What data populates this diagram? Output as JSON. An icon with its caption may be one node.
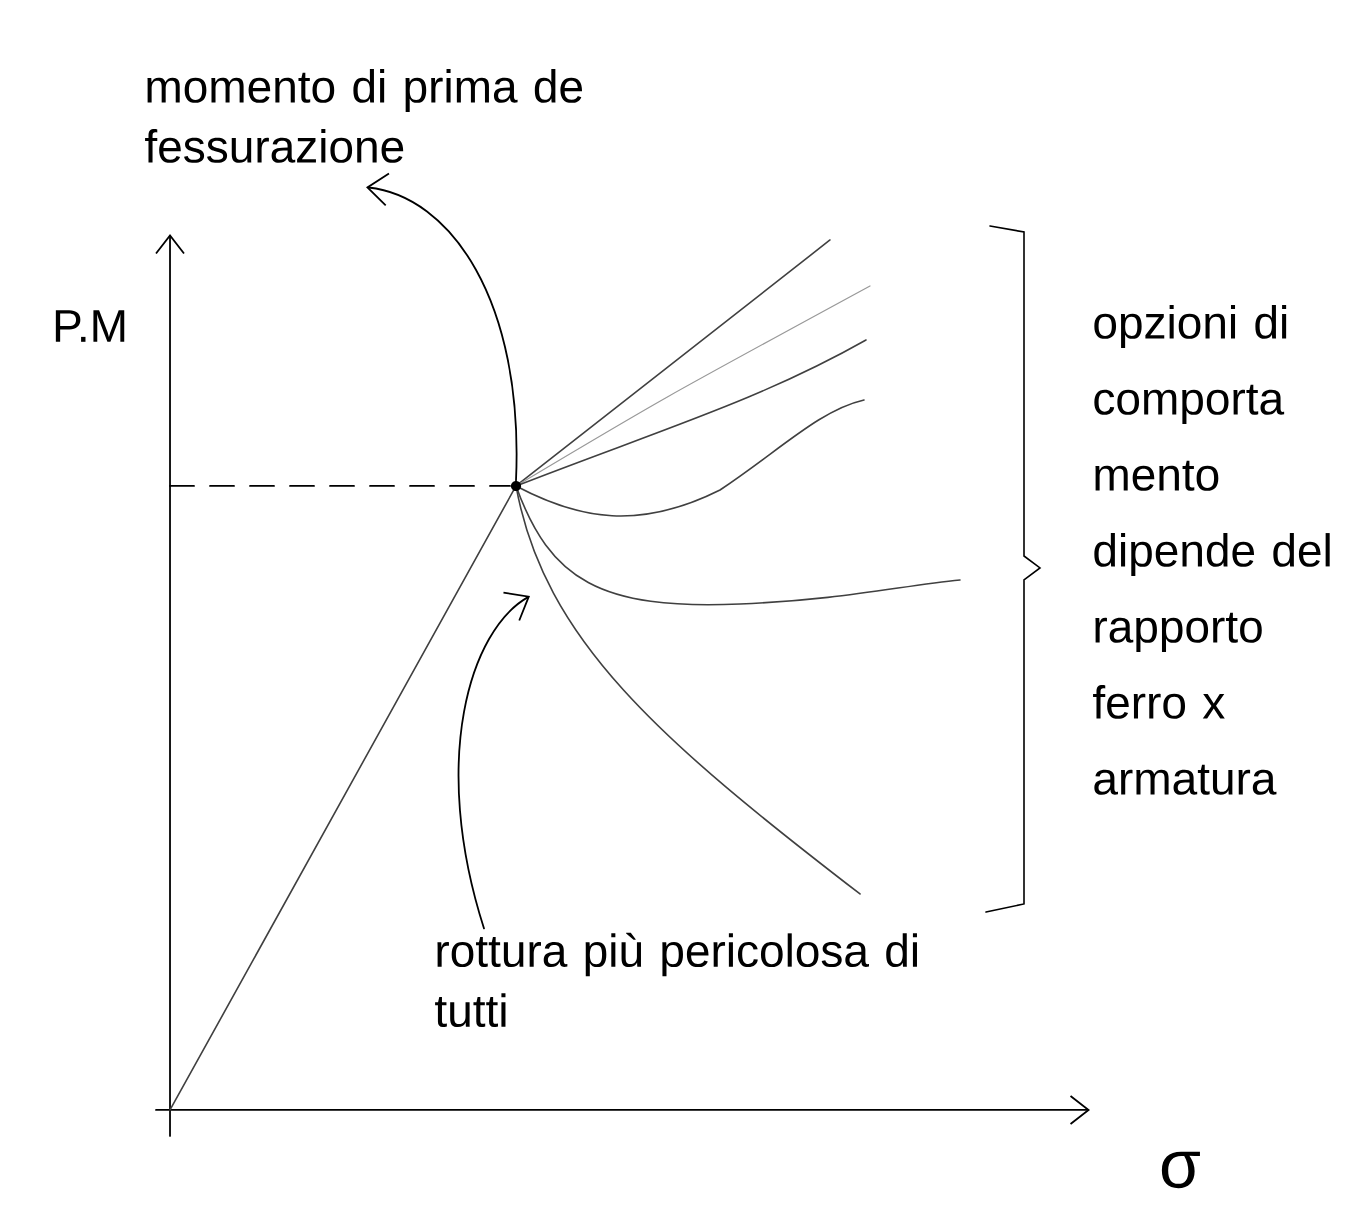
{
  "diagram": {
    "nodes": [
      {
        "text": [
          "momento di prima de fessurazione"
        ]
      },
      {
        "text": [],
        "shape": "circle"
      },
      {
        "text": [
          "rottura più pericolosa di tutti"
        ]
      }
    ],
    "edges": [
      {
        "from": 1,
        "to": 0,
        "arrow": "to"
      },
      {
        "from": 2,
        "to": null,
        "arrow": "to"
      }
    ],
    "labels": [
      "P.M",
      "opzioni di comporta mento dipende del rapporto ferro x armatura",
      "σ"
    ]
  }
}
